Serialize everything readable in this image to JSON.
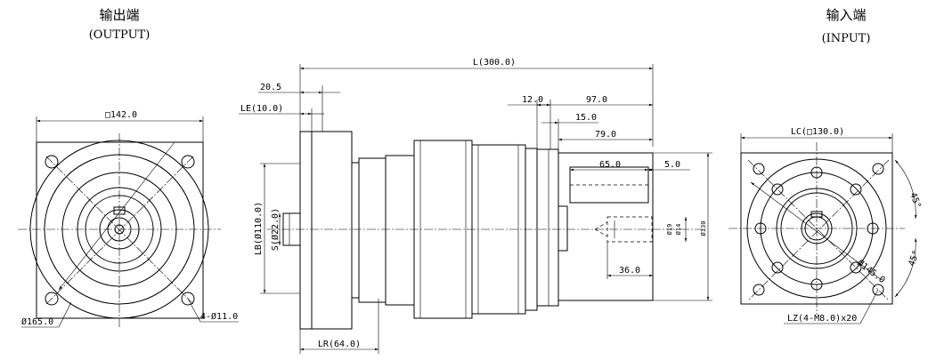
{
  "output_view": {
    "title": "输出端",
    "subtitle": "(OUTPUT)",
    "dims": {
      "square": "□142.0",
      "pcd": "Ø165.0",
      "holes": "4-Ø11.0"
    }
  },
  "side_view": {
    "dims": {
      "L": "L(300.0)",
      "flange": "20.5",
      "LE": "LE(10.0)",
      "LB": "LB(Ø110.0)",
      "S": "S(Ø22.0)",
      "LR": "LR(64.0)",
      "d12": "12.0",
      "d97": "97.0",
      "d15": "15.0",
      "d79": "79.0",
      "d65": "65.0",
      "d5": "5.0",
      "d36": "36.0",
      "phi130": "Ø130",
      "phi19": "Ø19",
      "phi14": "Ø14"
    }
  },
  "input_view": {
    "title": "输入端",
    "subtitle": "(INPUT)",
    "dims": {
      "LC": "LC(□130.0)",
      "angle1": "45°",
      "angle2": "45°",
      "pcd": "Ø145.0",
      "LZ": "LZ(4-M8.0)x20"
    }
  }
}
